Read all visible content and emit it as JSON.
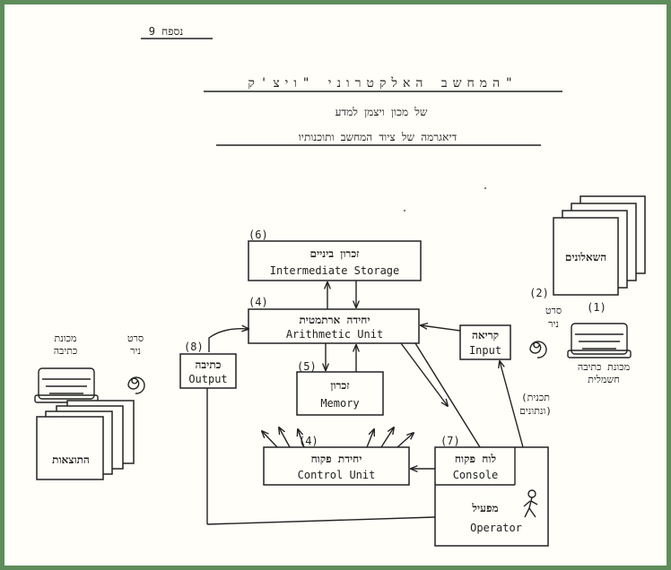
{
  "appendix": "נספח 9",
  "title": "המחשב האלקטרוני \"ויצ'ק\"",
  "subtitle": "של מכון ויצמן למדע",
  "diagram_title": "דיאגרמה של ציוד המחשב ותוכנותיו",
  "units": {
    "intermediate_storage": {
      "num": "(6)",
      "he": "זכרון ביניים",
      "en": "Intermediate Storage"
    },
    "arithmetic": {
      "num": "(4)",
      "he": "יחידה ארתמטית",
      "en": "Arithmetic Unit"
    },
    "memory": {
      "num": "(5)",
      "he": "זכרון",
      "en": "Memory"
    },
    "control": {
      "num": "(4)",
      "he": "יחידת פקוח",
      "en": "Control Unit"
    },
    "console": {
      "num": "(7)",
      "he": "לוח פקוח",
      "en": "Console"
    },
    "input": {
      "he": "קריאה",
      "en": "Input"
    },
    "output": {
      "num": "(8)",
      "he": "כתיבה",
      "en": "Output"
    }
  },
  "input_side": {
    "questions": "השאלונים",
    "num1": "(1)",
    "num2": "(2)",
    "tape_line1": "סרט",
    "tape_line2": "ניר",
    "typewriter_line1": "מכונת כתיבה",
    "typewriter_line2": "חשמלית",
    "program_line1": "(תכנית",
    "program_line2": "ונתונים)"
  },
  "output_side": {
    "typewriter_line1": "מכונת",
    "typewriter_line2": "כתיבה",
    "tape_line1": "סרט",
    "tape_line2": "ניר",
    "results": "התוצאות"
  },
  "operator": {
    "he": "מפעיל",
    "en": "Operator"
  }
}
